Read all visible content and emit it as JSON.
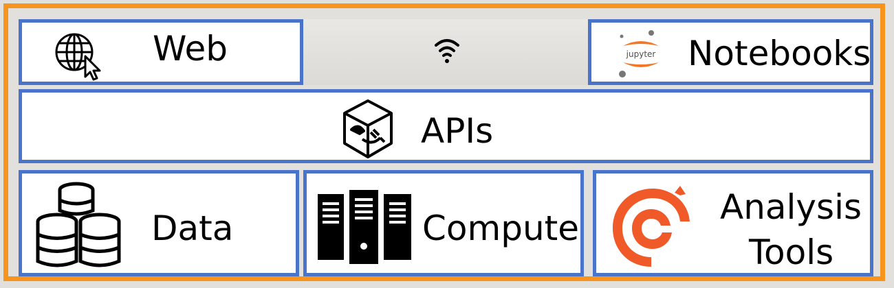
{
  "top_row": {
    "web": {
      "label": "Web",
      "icon": "globe-cursor-icon"
    },
    "connectivity": {
      "icon": "wifi-icon"
    },
    "notebooks": {
      "label": "Notebooks",
      "logo_text": "jupyter",
      "icon": "jupyter-logo-icon"
    }
  },
  "middle_row": {
    "apis": {
      "label": "APIs",
      "icon": "api-cube-plug-icon"
    }
  },
  "bottom_row": {
    "data": {
      "label": "Data",
      "icon": "database-stack-icon"
    },
    "compute": {
      "label": "Compute",
      "icon": "server-rack-icon"
    },
    "analysis": {
      "label_line1": "Analysis",
      "label_line2": "Tools",
      "icon": "analysis-spiral-logo-icon"
    }
  },
  "colors": {
    "frame": "#f7941d",
    "box_border": "#4a74c9",
    "box_fill": "#ffffff",
    "analysis_logo": "#f05a28",
    "jupyter_orange": "#f37726"
  }
}
